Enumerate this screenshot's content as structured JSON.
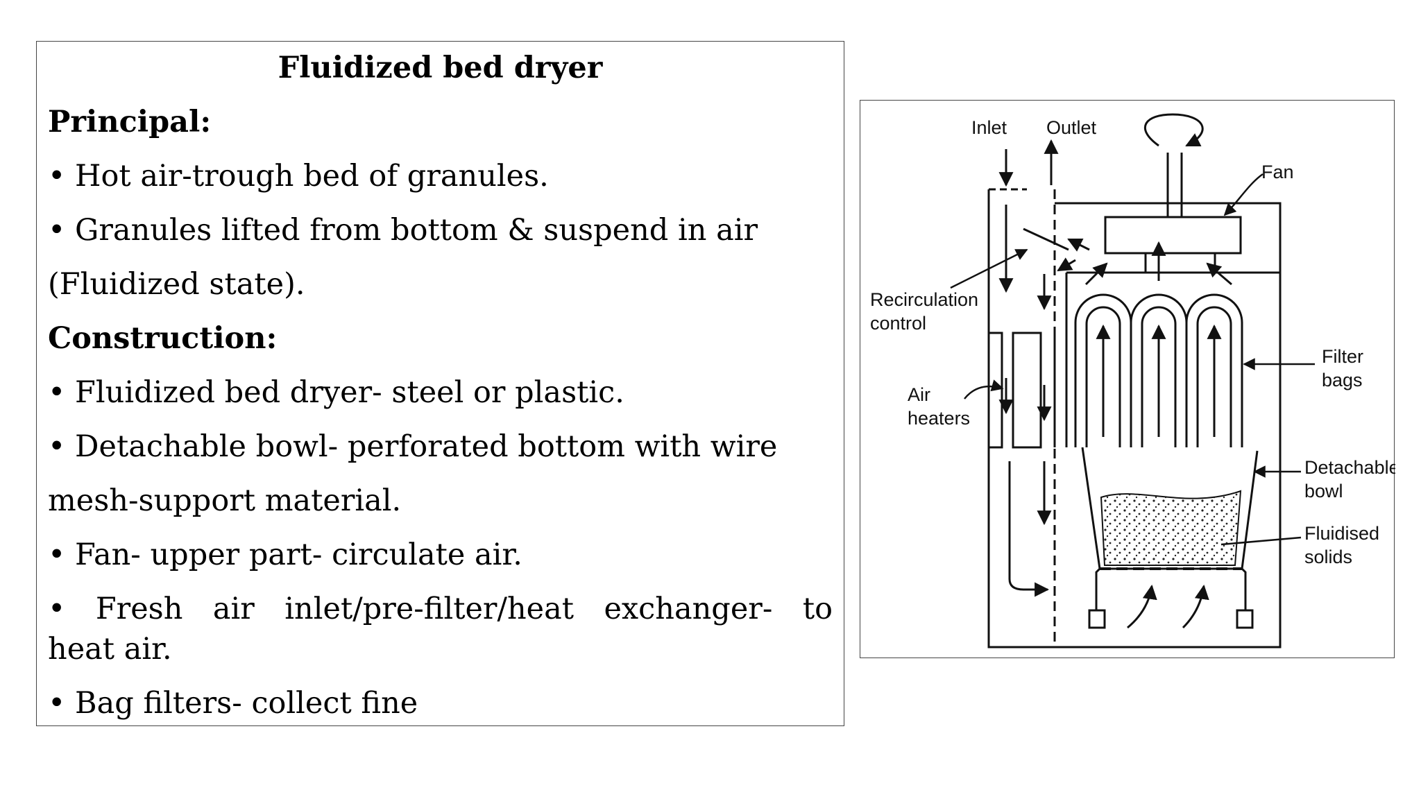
{
  "slide": {
    "title": "Fluidized bed dryer",
    "principal_heading": "Principal:",
    "principal_points": [
      "• Hot air-trough bed of granules.",
      "• Granules lifted from bottom & suspend in air",
      "(Fluidized state)."
    ],
    "construction_heading": "Construction:",
    "construction_lines": [
      "• Fluidized bed dryer- steel or plastic.",
      "• Detachable bowl- perforated bottom with wire",
      "mesh-support material.",
      "• Fan- upper part- circulate air."
    ],
    "justified_words": [
      "•",
      "Fresh",
      "air",
      "inlet/pre-filter/heat",
      "exchanger-",
      "to"
    ],
    "continuation": "heat air.",
    "last_line": "• Bag filters- collect fine"
  },
  "diagram": {
    "inlet": "Inlet",
    "outlet": "Outlet",
    "fan": "Fan",
    "recirculation": [
      "Recirculation",
      "control"
    ],
    "air_heaters": [
      "Air",
      "heaters"
    ],
    "filter_bags": [
      "Filter",
      "bags"
    ],
    "detachable_bowl": [
      "Detachable",
      "bowl"
    ],
    "fluidised_solids": [
      "Fluidised",
      "solids"
    ]
  }
}
